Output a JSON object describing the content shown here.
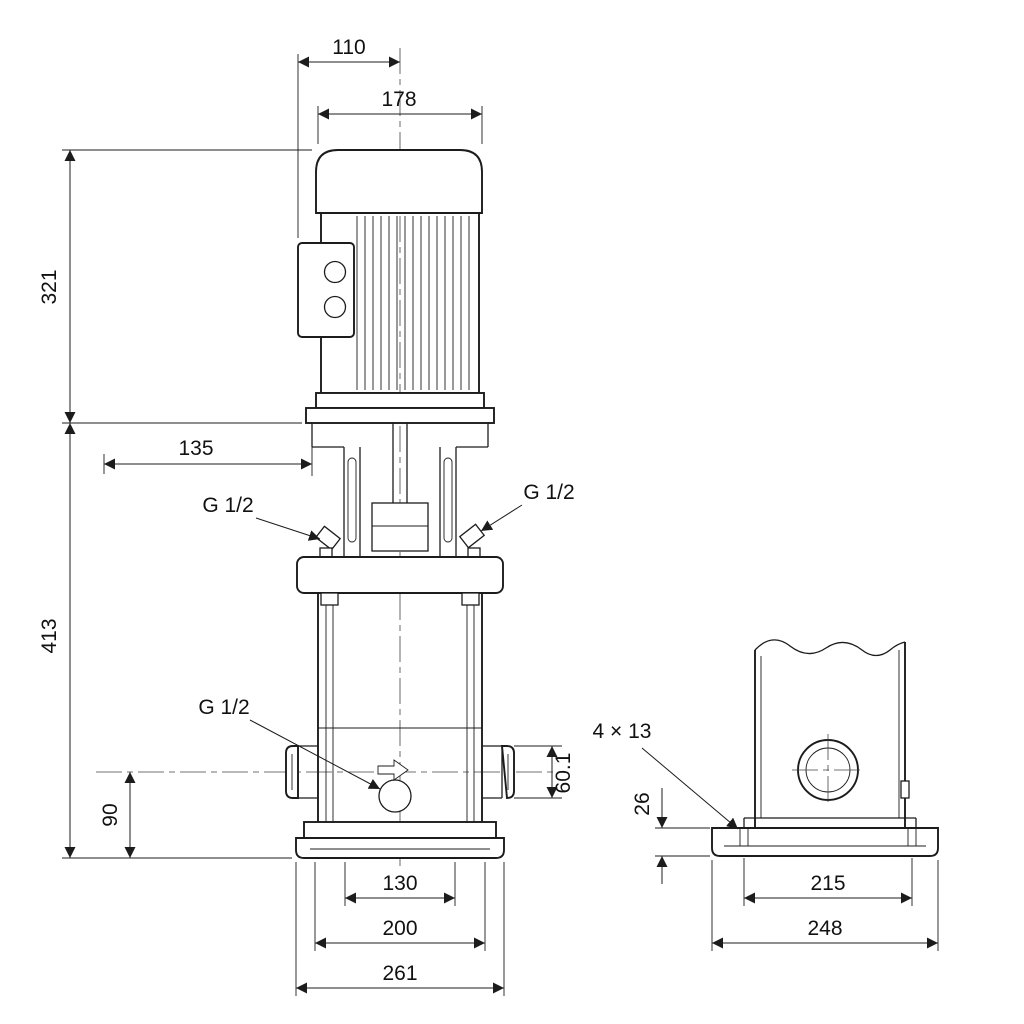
{
  "drawing": {
    "type": "pump-dimensional-drawing",
    "background": "#ffffff",
    "line_color": "#1c1c1c"
  },
  "labels": {
    "dim_110": "110",
    "dim_178": "178",
    "dim_321": "321",
    "dim_135": "135",
    "plug_left": "G 1/2",
    "plug_right": "G 1/2",
    "plug_drain": "G 1/2",
    "dim_413": "413",
    "dim_90": "90",
    "dim_60_1": "60.1",
    "dim_130": "130",
    "dim_200": "200",
    "dim_261": "261",
    "holes": "4 × 13",
    "dim_26": "26",
    "dim_215": "215",
    "dim_248": "248"
  }
}
